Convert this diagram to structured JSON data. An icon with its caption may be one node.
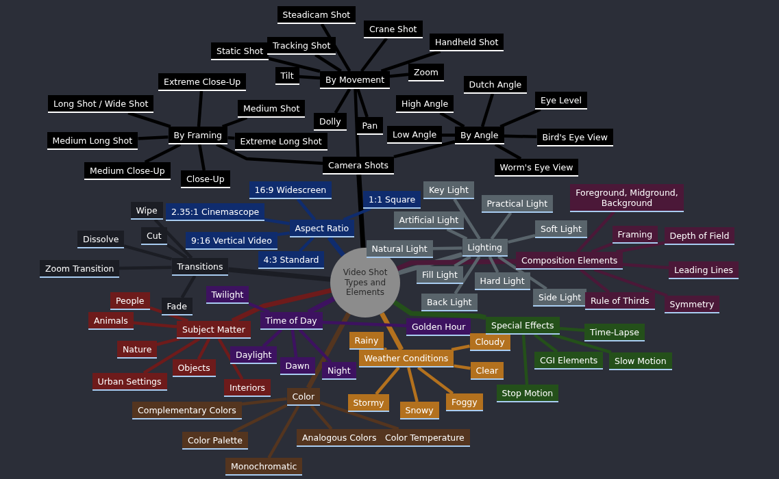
{
  "diagram": {
    "nodes": [
      {
        "text": [
          "Video Shot Types and Elements"
        ]
      },
      {
        "text": [
          "Camera Shots"
        ]
      },
      {
        "text": [
          "By Movement"
        ]
      },
      {
        "text": [
          "Steadicam Shot"
        ]
      },
      {
        "text": [
          "Crane Shot"
        ]
      },
      {
        "text": [
          "Static Shot"
        ]
      },
      {
        "text": [
          "Tracking Shot"
        ]
      },
      {
        "text": [
          "Handheld Shot"
        ]
      },
      {
        "text": [
          "Zoom"
        ]
      },
      {
        "text": [
          "Tilt"
        ]
      },
      {
        "text": [
          "Dolly"
        ]
      },
      {
        "text": [
          "Pan"
        ]
      },
      {
        "text": [
          "By Framing"
        ]
      },
      {
        "text": [
          "Extreme Close-Up"
        ]
      },
      {
        "text": [
          "Long Shot / Wide Shot"
        ]
      },
      {
        "text": [
          "Medium Shot"
        ]
      },
      {
        "text": [
          "Medium Long Shot"
        ]
      },
      {
        "text": [
          "Extreme Long Shot"
        ]
      },
      {
        "text": [
          "Medium Close-Up"
        ]
      },
      {
        "text": [
          "Close-Up"
        ]
      },
      {
        "text": [
          "By Angle"
        ]
      },
      {
        "text": [
          "Dutch Angle"
        ]
      },
      {
        "text": [
          "High Angle"
        ]
      },
      {
        "text": [
          "Eye Level"
        ]
      },
      {
        "text": [
          "Bird's Eye View"
        ]
      },
      {
        "text": [
          "Low Angle"
        ]
      },
      {
        "text": [
          "Worm's Eye View"
        ]
      },
      {
        "text": [
          "Aspect Ratio"
        ]
      },
      {
        "text": [
          "16:9 Widescreen"
        ]
      },
      {
        "text": [
          "1:1 Square"
        ]
      },
      {
        "text": [
          "2.35:1 Cinemascope"
        ]
      },
      {
        "text": [
          "9:16 Vertical Video"
        ]
      },
      {
        "text": [
          "4:3 Standard"
        ]
      },
      {
        "text": [
          "Lighting"
        ]
      },
      {
        "text": [
          "Key Light"
        ]
      },
      {
        "text": [
          "Practical Light"
        ]
      },
      {
        "text": [
          "Artificial Light"
        ]
      },
      {
        "text": [
          "Soft Light"
        ]
      },
      {
        "text": [
          "Natural Light"
        ]
      },
      {
        "text": [
          "Fill Light"
        ]
      },
      {
        "text": [
          "Hard Light"
        ]
      },
      {
        "text": [
          "Side Light"
        ]
      },
      {
        "text": [
          "Back Light"
        ]
      },
      {
        "text": [
          "Composition Elements"
        ]
      },
      {
        "text": [
          "Foreground, Midground, Background"
        ]
      },
      {
        "text": [
          "Framing"
        ]
      },
      {
        "text": [
          "Depth of Field"
        ]
      },
      {
        "text": [
          "Leading Lines"
        ]
      },
      {
        "text": [
          "Rule of Thirds"
        ]
      },
      {
        "text": [
          "Symmetry"
        ]
      },
      {
        "text": [
          "Transitions"
        ]
      },
      {
        "text": [
          "Wipe"
        ]
      },
      {
        "text": [
          "Dissolve"
        ]
      },
      {
        "text": [
          "Cut"
        ]
      },
      {
        "text": [
          "Zoom Transition"
        ]
      },
      {
        "text": [
          "Fade"
        ]
      },
      {
        "text": [
          "Subject Matter"
        ]
      },
      {
        "text": [
          "People"
        ]
      },
      {
        "text": [
          "Animals"
        ]
      },
      {
        "text": [
          "Nature"
        ]
      },
      {
        "text": [
          "Objects"
        ]
      },
      {
        "text": [
          "Urban Settings"
        ]
      },
      {
        "text": [
          "Interiors"
        ]
      },
      {
        "text": [
          "Time of Day"
        ]
      },
      {
        "text": [
          "Twilight"
        ]
      },
      {
        "text": [
          "Golden Hour"
        ]
      },
      {
        "text": [
          "Daylight"
        ]
      },
      {
        "text": [
          "Dawn"
        ]
      },
      {
        "text": [
          "Night"
        ]
      },
      {
        "text": [
          "Weather Conditions"
        ]
      },
      {
        "text": [
          "Rainy"
        ]
      },
      {
        "text": [
          "Cloudy"
        ]
      },
      {
        "text": [
          "Clear"
        ]
      },
      {
        "text": [
          "Stormy"
        ]
      },
      {
        "text": [
          "Snowy"
        ]
      },
      {
        "text": [
          "Foggy"
        ]
      },
      {
        "text": [
          "Special Effects"
        ]
      },
      {
        "text": [
          "Time-Lapse"
        ]
      },
      {
        "text": [
          "CGI Elements"
        ]
      },
      {
        "text": [
          "Slow Motion"
        ]
      },
      {
        "text": [
          "Stop Motion"
        ]
      },
      {
        "text": [
          "Color"
        ]
      },
      {
        "text": [
          "Complementary Colors"
        ]
      },
      {
        "text": [
          "Analogous Colors"
        ]
      },
      {
        "text": [
          "Color Temperature"
        ]
      },
      {
        "text": [
          "Color Palette"
        ]
      },
      {
        "text": [
          "Monochromatic"
        ]
      }
    ],
    "edges": [
      {
        "from": 0,
        "to": 1,
        "arrow": "none"
      },
      {
        "from": 0,
        "to": 27,
        "arrow": "none",
        "color": "#0f2c6e"
      },
      {
        "from": 0,
        "to": 33,
        "arrow": "none",
        "color": "#59646b"
      },
      {
        "from": 0,
        "to": 43,
        "arrow": "none",
        "color": "#4b1838"
      },
      {
        "from": 0,
        "to": 50,
        "arrow": "none",
        "color": "#1b1d24"
      },
      {
        "from": 0,
        "to": 56,
        "arrow": "none",
        "color": "#6e1b1b"
      },
      {
        "from": 0,
        "to": 63,
        "arrow": "none",
        "color": "#3d1260"
      },
      {
        "from": 0,
        "to": 69,
        "arrow": "none",
        "color": "#b3711e"
      },
      {
        "from": 0,
        "to": 76,
        "arrow": "none",
        "color": "#24501a"
      },
      {
        "from": 0,
        "to": 81,
        "arrow": "none",
        "color": "#54351f"
      },
      {
        "from": 1,
        "to": 2,
        "arrow": "none"
      },
      {
        "from": 1,
        "to": 12,
        "arrow": "none"
      },
      {
        "from": 1,
        "to": 20,
        "arrow": "none"
      },
      {
        "from": 2,
        "to": 3,
        "arrow": "none"
      },
      {
        "from": 2,
        "to": 4,
        "arrow": "none"
      },
      {
        "from": 2,
        "to": 5,
        "arrow": "none"
      },
      {
        "from": 2,
        "to": 6,
        "arrow": "none"
      },
      {
        "from": 2,
        "to": 7,
        "arrow": "none"
      },
      {
        "from": 2,
        "to": 8,
        "arrow": "none"
      },
      {
        "from": 2,
        "to": 9,
        "arrow": "none"
      },
      {
        "from": 2,
        "to": 10,
        "arrow": "none"
      },
      {
        "from": 2,
        "to": 11,
        "arrow": "none"
      },
      {
        "from": 12,
        "to": 13,
        "arrow": "none"
      },
      {
        "from": 12,
        "to": 14,
        "arrow": "none"
      },
      {
        "from": 12,
        "to": 15,
        "arrow": "none"
      },
      {
        "from": 12,
        "to": 16,
        "arrow": "none"
      },
      {
        "from": 12,
        "to": 17,
        "arrow": "none"
      },
      {
        "from": 12,
        "to": 18,
        "arrow": "none"
      },
      {
        "from": 12,
        "to": 19,
        "arrow": "none"
      },
      {
        "from": 20,
        "to": 21,
        "arrow": "none"
      },
      {
        "from": 20,
        "to": 22,
        "arrow": "none"
      },
      {
        "from": 20,
        "to": 23,
        "arrow": "none"
      },
      {
        "from": 20,
        "to": 24,
        "arrow": "none"
      },
      {
        "from": 20,
        "to": 25,
        "arrow": "none"
      },
      {
        "from": 20,
        "to": 26,
        "arrow": "none"
      },
      {
        "from": 27,
        "to": 28,
        "arrow": "none",
        "color": "#0f2c6e"
      },
      {
        "from": 27,
        "to": 29,
        "arrow": "none",
        "color": "#0f2c6e"
      },
      {
        "from": 27,
        "to": 30,
        "arrow": "none",
        "color": "#0f2c6e"
      },
      {
        "from": 27,
        "to": 31,
        "arrow": "none",
        "color": "#0f2c6e"
      },
      {
        "from": 27,
        "to": 32,
        "arrow": "none",
        "color": "#0f2c6e"
      },
      {
        "from": 33,
        "to": 34,
        "arrow": "none",
        "color": "#59646b"
      },
      {
        "from": 33,
        "to": 35,
        "arrow": "none",
        "color": "#59646b"
      },
      {
        "from": 33,
        "to": 36,
        "arrow": "none",
        "color": "#59646b"
      },
      {
        "from": 33,
        "to": 37,
        "arrow": "none",
        "color": "#59646b"
      },
      {
        "from": 33,
        "to": 38,
        "arrow": "none",
        "color": "#59646b"
      },
      {
        "from": 33,
        "to": 39,
        "arrow": "none",
        "color": "#59646b"
      },
      {
        "from": 33,
        "to": 40,
        "arrow": "none",
        "color": "#59646b"
      },
      {
        "from": 33,
        "to": 41,
        "arrow": "none",
        "color": "#59646b"
      },
      {
        "from": 33,
        "to": 42,
        "arrow": "none",
        "color": "#59646b"
      },
      {
        "from": 43,
        "to": 44,
        "arrow": "none",
        "color": "#4b1838"
      },
      {
        "from": 43,
        "to": 45,
        "arrow": "none",
        "color": "#4b1838"
      },
      {
        "from": 43,
        "to": 46,
        "arrow": "none",
        "color": "#4b1838"
      },
      {
        "from": 43,
        "to": 47,
        "arrow": "none",
        "color": "#4b1838"
      },
      {
        "from": 43,
        "to": 48,
        "arrow": "none",
        "color": "#4b1838"
      },
      {
        "from": 43,
        "to": 49,
        "arrow": "none",
        "color": "#4b1838"
      },
      {
        "from": 50,
        "to": 51,
        "arrow": "none",
        "color": "#1b1d24"
      },
      {
        "from": 50,
        "to": 52,
        "arrow": "none",
        "color": "#1b1d24"
      },
      {
        "from": 50,
        "to": 53,
        "arrow": "none",
        "color": "#1b1d24"
      },
      {
        "from": 50,
        "to": 54,
        "arrow": "none",
        "color": "#1b1d24"
      },
      {
        "from": 50,
        "to": 55,
        "arrow": "none",
        "color": "#1b1d24"
      },
      {
        "from": 56,
        "to": 57,
        "arrow": "none",
        "color": "#6e1b1b"
      },
      {
        "from": 56,
        "to": 58,
        "arrow": "none",
        "color": "#6e1b1b"
      },
      {
        "from": 56,
        "to": 59,
        "arrow": "none",
        "color": "#6e1b1b"
      },
      {
        "from": 56,
        "to": 60,
        "arrow": "none",
        "color": "#6e1b1b"
      },
      {
        "from": 56,
        "to": 61,
        "arrow": "none",
        "color": "#6e1b1b"
      },
      {
        "from": 56,
        "to": 62,
        "arrow": "none",
        "color": "#6e1b1b"
      },
      {
        "from": 63,
        "to": 64,
        "arrow": "none",
        "color": "#3d1260"
      },
      {
        "from": 63,
        "to": 65,
        "arrow": "none",
        "color": "#3d1260"
      },
      {
        "from": 63,
        "to": 66,
        "arrow": "none",
        "color": "#3d1260"
      },
      {
        "from": 63,
        "to": 67,
        "arrow": "none",
        "color": "#3d1260"
      },
      {
        "from": 63,
        "to": 68,
        "arrow": "none",
        "color": "#3d1260"
      },
      {
        "from": 69,
        "to": 70,
        "arrow": "none",
        "color": "#b3711e"
      },
      {
        "from": 69,
        "to": 71,
        "arrow": "none",
        "color": "#b3711e"
      },
      {
        "from": 69,
        "to": 72,
        "arrow": "none",
        "color": "#b3711e"
      },
      {
        "from": 69,
        "to": 73,
        "arrow": "none",
        "color": "#b3711e"
      },
      {
        "from": 69,
        "to": 74,
        "arrow": "none",
        "color": "#b3711e"
      },
      {
        "from": 69,
        "to": 75,
        "arrow": "none",
        "color": "#b3711e"
      },
      {
        "from": 76,
        "to": 77,
        "arrow": "none",
        "color": "#24501a"
      },
      {
        "from": 76,
        "to": 78,
        "arrow": "none",
        "color": "#24501a"
      },
      {
        "from": 76,
        "to": 79,
        "arrow": "none",
        "color": "#24501a"
      },
      {
        "from": 76,
        "to": 80,
        "arrow": "none",
        "color": "#24501a"
      },
      {
        "from": 81,
        "to": 82,
        "arrow": "none",
        "color": "#54351f"
      },
      {
        "from": 81,
        "to": 83,
        "arrow": "none",
        "color": "#54351f"
      },
      {
        "from": 81,
        "to": 84,
        "arrow": "none",
        "color": "#54351f"
      },
      {
        "from": 81,
        "to": 85,
        "arrow": "none",
        "color": "#54351f"
      },
      {
        "from": 81,
        "to": 86,
        "arrow": "none",
        "color": "#54351f"
      }
    ]
  }
}
